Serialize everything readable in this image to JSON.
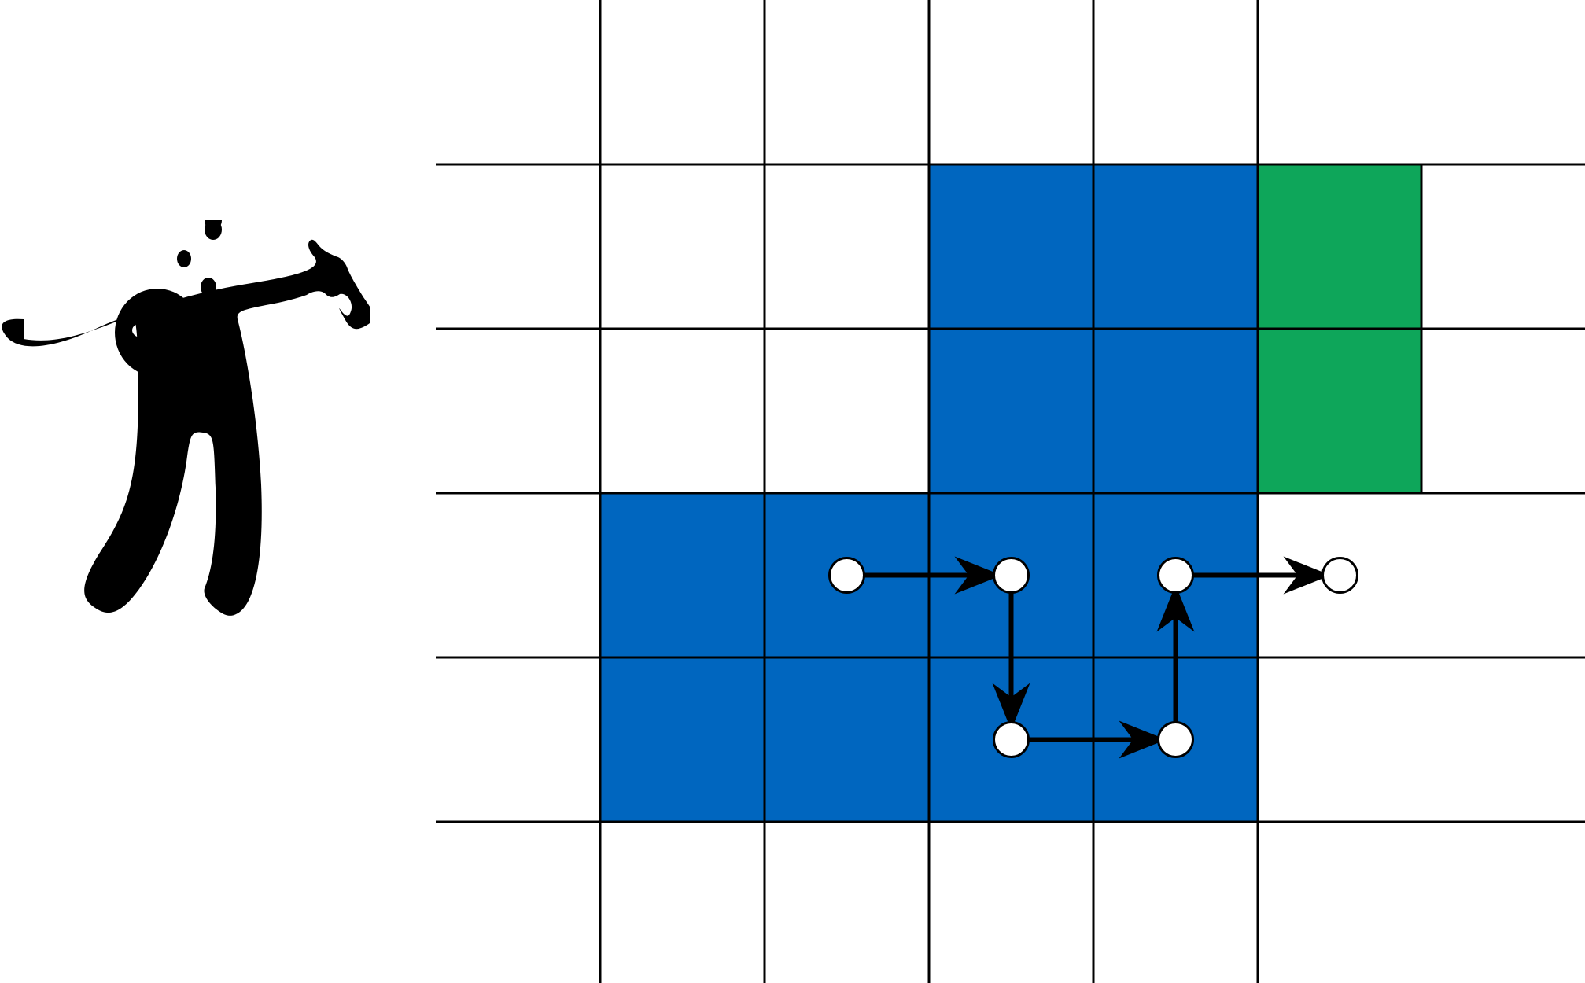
{
  "icon": {
    "name": "drunk-person-icon"
  },
  "colors": {
    "background": "#ffffff",
    "line": "#000000",
    "blue": "#0066bf",
    "green": "#0ea65a",
    "node_fill": "#ffffff"
  },
  "grid": {
    "columns": 6,
    "rows": 6,
    "open_left_edge": true,
    "open_top_edge": true,
    "open_bottom_edge": true,
    "open_right_edge": true
  },
  "cells": {
    "blue": [
      [
        3,
        1
      ],
      [
        4,
        1
      ],
      [
        3,
        2
      ],
      [
        4,
        2
      ],
      [
        1,
        3
      ],
      [
        2,
        3
      ],
      [
        3,
        3
      ],
      [
        4,
        3
      ],
      [
        1,
        4
      ],
      [
        2,
        4
      ],
      [
        3,
        4
      ],
      [
        4,
        4
      ]
    ],
    "green": [
      [
        5,
        1
      ],
      [
        5,
        2
      ]
    ]
  },
  "path": {
    "nodes": [
      [
        2.5,
        3.5
      ],
      [
        3.5,
        3.5
      ],
      [
        3.5,
        4.5
      ],
      [
        4.5,
        4.5
      ],
      [
        4.5,
        3.5
      ],
      [
        5.5,
        3.5
      ]
    ]
  }
}
